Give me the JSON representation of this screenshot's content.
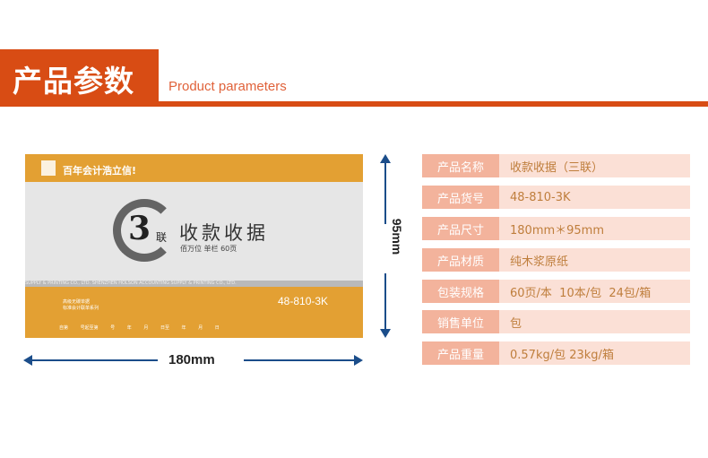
{
  "header": {
    "title": "产品参数",
    "subtitle": "Product parameters"
  },
  "product_image": {
    "slogan": "百年会计浩立信!",
    "number": "3",
    "lian": "联",
    "title": "收款收据",
    "subtitle": "佰万位  单栏  60页",
    "strip": "SUPPLY & PRINTING CO., LTD. SHENZHEN HOLSON ACCOUNTING SUPPLY & PRINTING CO., LTD.",
    "series_line1": "高级无碳单据",
    "series_line2": "标准会计联单系列",
    "code": "48-810-3K",
    "footer": "自第 号起至第 号 年 月 日至 年 月 日"
  },
  "dimensions": {
    "height": "95mm",
    "width": "180mm"
  },
  "params": [
    {
      "label": "产品名称",
      "value": "收款收据（三联）"
    },
    {
      "label": "产品货号",
      "value": "48-810-3K"
    },
    {
      "label": "产品尺寸",
      "value": "180mm＊95mm"
    },
    {
      "label": "产品材质",
      "value": "纯木浆原纸"
    },
    {
      "label": "包装规格",
      "value": "60页/本  10本/包  24包/箱"
    },
    {
      "label": "销售单位",
      "value": "包"
    },
    {
      "label": "产品重量",
      "value": "0.57kg/包 23kg/箱"
    }
  ]
}
